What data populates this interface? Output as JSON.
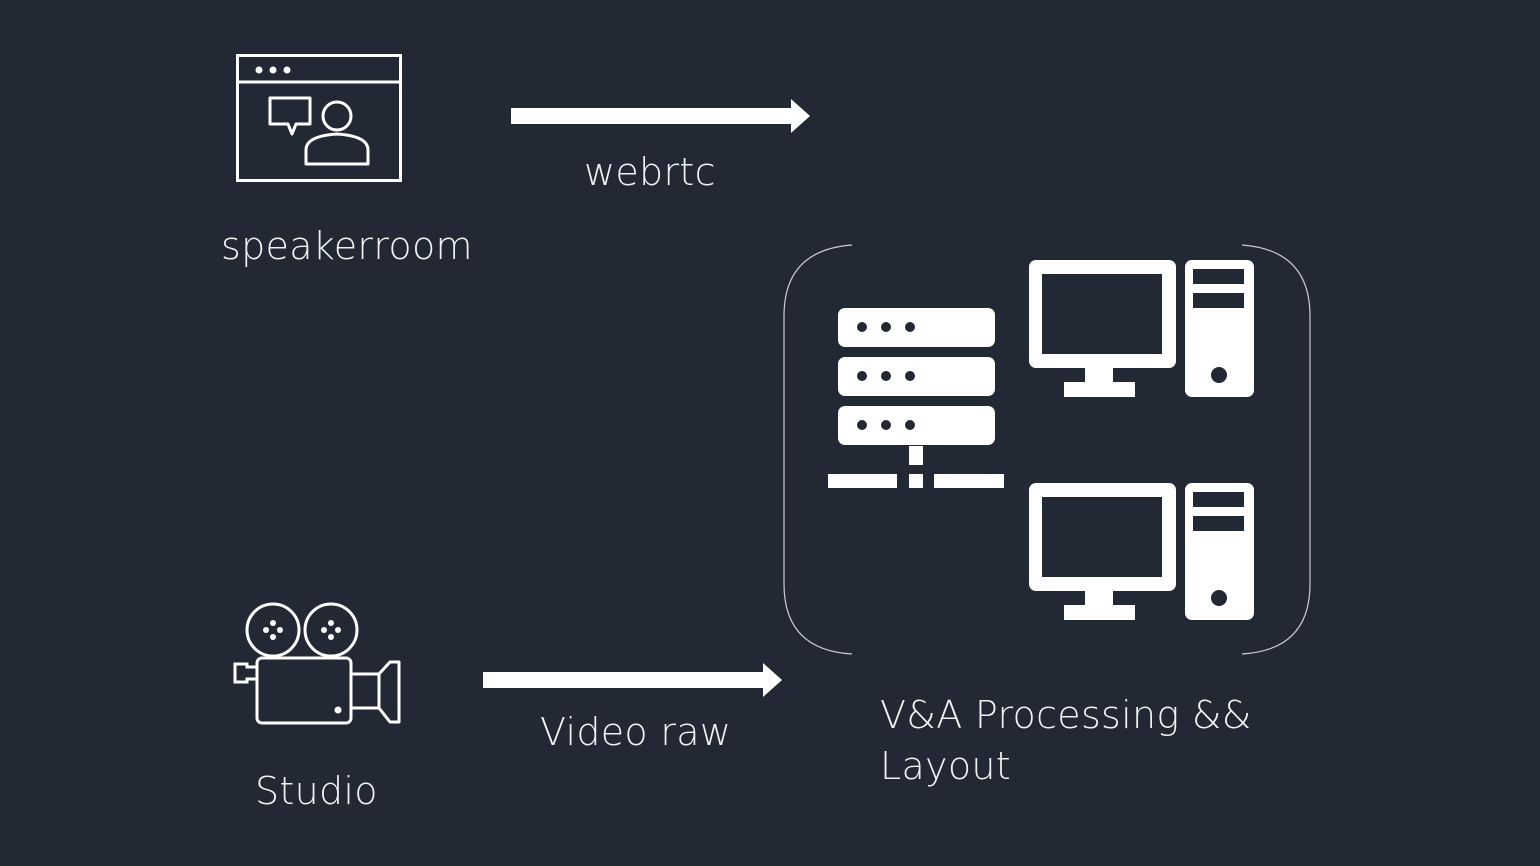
{
  "nodes": {
    "speakerroom": {
      "label": "speakerroom",
      "icon": "video-chat-window-icon"
    },
    "studio": {
      "label": "Studio",
      "icon": "film-camera-icon"
    },
    "processing": {
      "label_line1": "V&A Processing &&",
      "label_line2": "Layout",
      "icons": [
        "server-network-icon",
        "desktop-computer-icon",
        "desktop-computer-icon"
      ]
    }
  },
  "edges": [
    {
      "from": "speakerroom",
      "to": "processing",
      "label": "webrtc"
    },
    {
      "from": "studio",
      "to": "processing",
      "label": "Video raw"
    }
  ],
  "colors": {
    "background": "#222935",
    "foreground": "#ffffff",
    "group_border": "#c9ccd1"
  }
}
